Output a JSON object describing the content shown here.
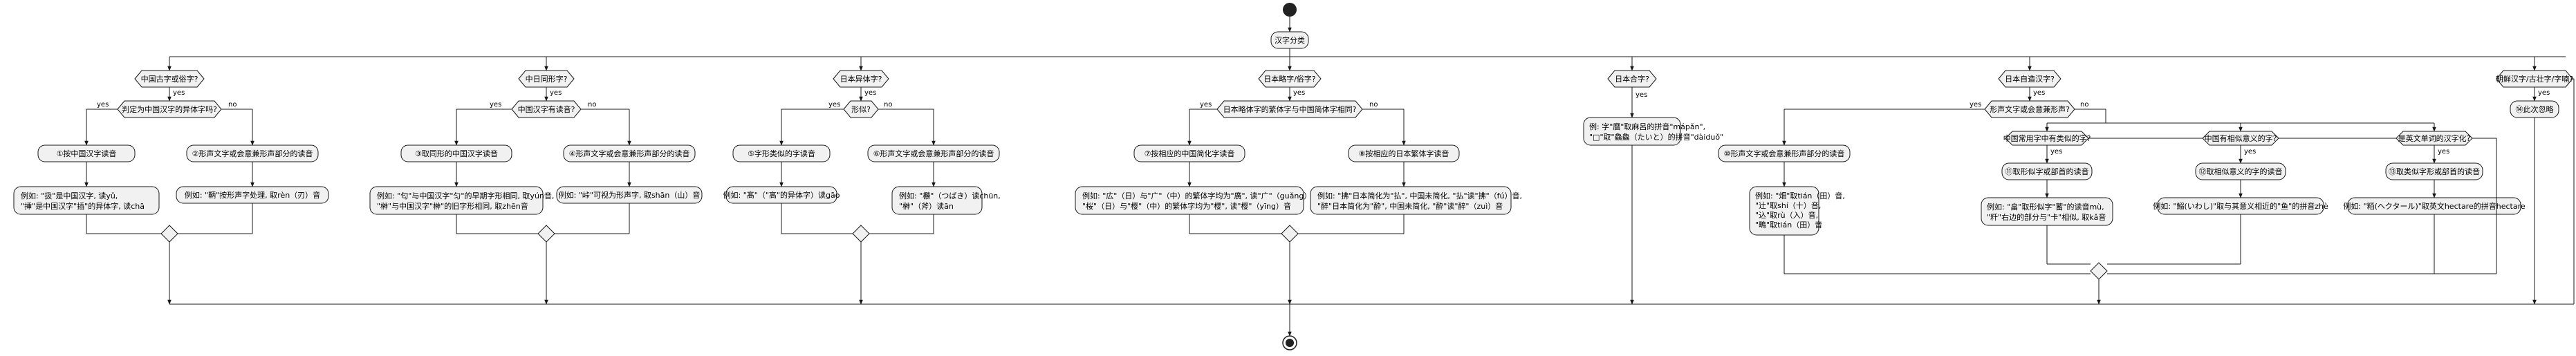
{
  "start": "start",
  "root": "汉字分类",
  "end": "end",
  "yes": "yes",
  "no": "no",
  "q1": "中国古字或俗字?",
  "q1a": "判定为中国汉字的异体字吗?",
  "b1": "①按中国汉字读音",
  "b1e1": "例如: \"扱\"是中国汉字, 读yǔ,",
  "b1e2": "\"挿\"是中国汉字\"插\"的异体字, 读chā",
  "b2": "②形声文字或会意兼形声部分的读音",
  "b2e1": "例如: \"鞆\"按形声字处理, 取rèn（刃）音",
  "q2": "中日同形字?",
  "q2a": "中国汉字有读音?",
  "b3": "③取同形的中国汉字读音",
  "b3e1": "例如: \"匂\"与中国汉字\"匀\"的早期字形相同, 取yún音,",
  "b3e2": "\"榊\"与中国汉字\"榊\"的旧字形相同, 取zhēn音",
  "b4": "④形声文字或会意兼形声部分的读音",
  "b4e1": "例如: \"峠\"可视为形声字, 取shān（山）音",
  "q3": "日本异体字?",
  "q3a": "形似?",
  "b5": "⑤字形类似的字读音",
  "b5e1": "例如: \"髙\"（\"高\"的异体字）读gāo",
  "b6": "⑥形声文字或会意兼形声部分的读音",
  "b6e1": "例如: \"橳\"（つばき）读chūn,",
  "b6e2": "\"榊\"（斧）读ān",
  "q4": "日本略字/俗字?",
  "q4a": "日本略体字的繁体字与中国简体字相同?",
  "b7": "⑦按相应的中国简化字读音",
  "b7e1": "例如: \"広\"（日）与\"广\"（中）的繁体字均为\"廣\", 读\"广\"（guǎng）音,",
  "b7e2": "\"桜\"（日）与\"樱\"（中）的繁体字均为\"櫻\", 读\"樱\"（yīng）音",
  "b8": "⑧按相应的日本繁体字读音",
  "b8e1": "例如: \"拂\"日本简化为\"払\", 中国未简化, \"払\"读\"拂\"（fú）音,",
  "b8e2": "\"醉\"日本简化为\"酔\", 中国未简化, \"酔\"读\"醉\"（zuì）音",
  "q5": "日本合字?",
  "b9e1": "例: 字\"麿\"取麻呂的拼音\"mápǎn\",",
  "b9e2": "\"□\"取\"鱻鱻（たいと）的拼音\"dàiduǒ\"",
  "q6": "日本自造汉字?",
  "q6a": "形声文字或会意兼形声?",
  "b10": "⑩形声文字或会意兼形声部分的读音",
  "b10e1": "例如: \"畑\"取tián（田）音,",
  "b10e2": "\"辻\"取shí（十）音,",
  "b10e3": "\"込\"取rù（入）音,",
  "b10e4": "\"鴫\"取tián（田）音",
  "q7": "中国常用字中有类似的字?",
  "b11": "⑪取形似字或部首的读音",
  "b11e1": "例如: \"畠\"取形似字\"蓄\"的读音mù,",
  "b11e2": "\"粁\"右边的部分与\"卡\"相似, 取kǎ音",
  "q8": "中国有相似意义的字?",
  "b12": "⑫取相似意义的字的读音",
  "b12e1": "例如: \"鰯(いわし)\"取与其意义相近的\"鱼\"的拼音zhè",
  "q9": "是英文单词的汉字化?",
  "b13": "⑬取类似字形或部首的读音",
  "b13e1": "例如: \"粨(ヘクタール)\"取英文hectare的拼音hectare",
  "q10": "朝鲜汉字/古壮字/字喃?",
  "b14": "⑭此次忽略"
}
